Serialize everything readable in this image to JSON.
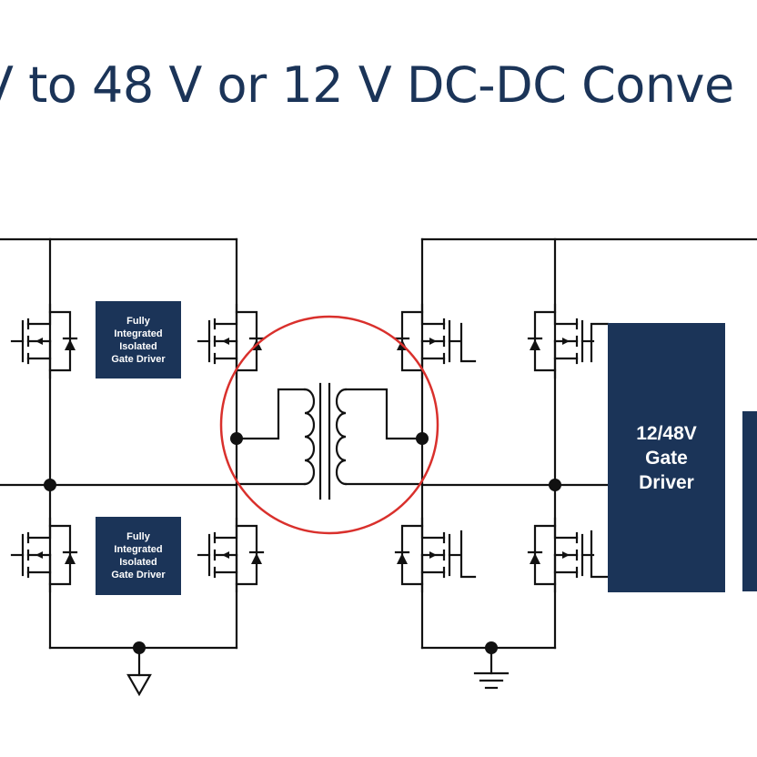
{
  "title": "V to 48 V or 12 V DC-DC Conve",
  "blocks": {
    "isolated_driver_top": "Fully\nIntegrated\nIsolated\nGate Driver",
    "isolated_driver_bottom": "Fully\nIntegrated\nIsolated\nGate Driver",
    "gate_driver_12_48": "12/48V\nGate\nDriver"
  },
  "colors": {
    "title": "#1b3458",
    "block_fill": "#1b3458",
    "block_text": "#ffffff",
    "wire": "#111111",
    "highlight_circle": "#d9302c"
  },
  "icons": {
    "ground_left": "ground-triangle-icon",
    "ground_right": "earth-ground-icon"
  }
}
